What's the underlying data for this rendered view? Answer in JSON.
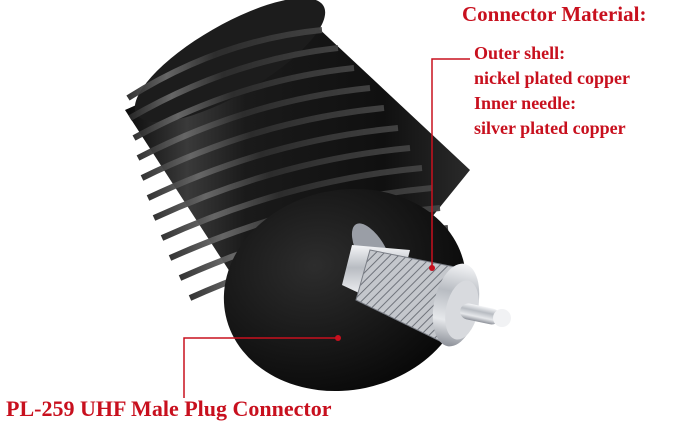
{
  "colors": {
    "annotation_red": "#c8101e",
    "background": "#ffffff",
    "body_black": "#161616",
    "metal_silver": "#c9ccd1"
  },
  "annotation": {
    "heading": "Connector Material:",
    "specs": [
      "Outer shell:",
      "nickel plated copper",
      "Inner needle:",
      "silver plated copper"
    ]
  },
  "caption": "PL-259 UHF Male Plug Connector"
}
